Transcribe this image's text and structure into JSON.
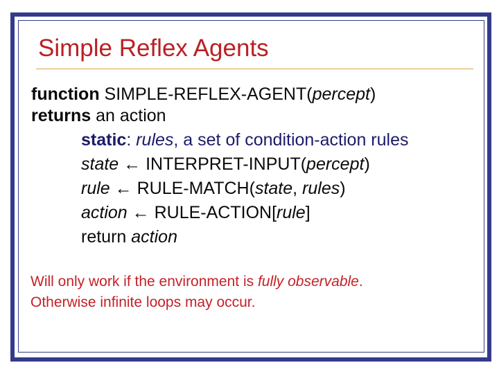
{
  "slide": {
    "title": "Simple Reflex Agents",
    "colors": {
      "border": "#333a8c",
      "title_text": "#b92025",
      "title_rule": "#d9a64a",
      "code_text": "#0a0a0a",
      "static_line_text": "#1b1b6b",
      "note_text": "#c42127"
    },
    "code_lines": [
      {
        "indent": false,
        "navy": false,
        "segments": [
          {
            "t": "function ",
            "b": true
          },
          {
            "t": "SIMPLE-REFLEX-AGENT("
          },
          {
            "t": "percept",
            "i": true
          },
          {
            "t": ")"
          }
        ]
      },
      {
        "indent": false,
        "navy": false,
        "segments": [
          {
            "t": "returns ",
            "b": true
          },
          {
            "t": "an action"
          }
        ]
      },
      {
        "indent": true,
        "navy": true,
        "segments": [
          {
            "t": "static",
            "b": true
          },
          {
            "t": ": "
          },
          {
            "t": "rules",
            "i": true
          },
          {
            "t": ", a set of condition-action rules"
          }
        ]
      },
      {
        "indent": true,
        "navy": false,
        "segments": [
          {
            "t": "state",
            "i": true
          },
          {
            "t": " ← INTERPRET-INPUT("
          },
          {
            "t": "percept",
            "i": true
          },
          {
            "t": ")"
          }
        ]
      },
      {
        "indent": true,
        "navy": false,
        "segments": [
          {
            "t": "rule",
            "i": true
          },
          {
            "t": " ← RULE-MATCH("
          },
          {
            "t": "state",
            "i": true
          },
          {
            "t": ", "
          },
          {
            "t": "rules",
            "i": true
          },
          {
            "t": ")"
          }
        ]
      },
      {
        "indent": true,
        "navy": false,
        "segments": [
          {
            "t": "action",
            "i": true
          },
          {
            "t": " ← RULE-ACTION["
          },
          {
            "t": "rule",
            "i": true
          },
          {
            "t": "]"
          }
        ]
      },
      {
        "indent": true,
        "navy": false,
        "segments": [
          {
            "t": "return "
          },
          {
            "t": "action",
            "i": true
          }
        ]
      }
    ],
    "note_lines": [
      {
        "segments": [
          {
            "t": "Will only work if the environment is "
          },
          {
            "t": "fully observable",
            "i": true
          },
          {
            "t": "."
          }
        ]
      },
      {
        "segments": [
          {
            "t": "Otherwise infinite loops may occur."
          }
        ]
      }
    ]
  }
}
